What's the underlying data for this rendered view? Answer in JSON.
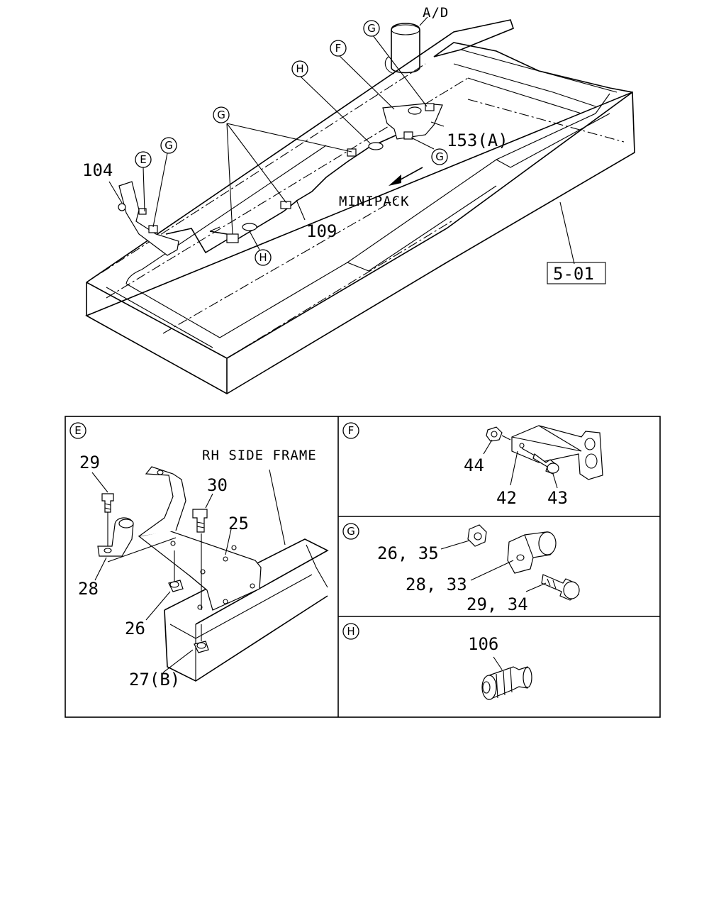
{
  "overview": {
    "labels": {
      "ad": "A/D",
      "minipack": "MINIPACK",
      "p104": "104",
      "p109": "109",
      "p153a": "153(A)",
      "ref_501": "5-01"
    },
    "callouts": {
      "e": "E",
      "f": "F",
      "h_top": "H",
      "h_bottom": "H",
      "g_main": "G",
      "g_left": "G",
      "g_top": "G",
      "g_right": "G"
    }
  },
  "panel_e": {
    "tag": "E",
    "frame_label": "RH SIDE FRAME",
    "parts": {
      "p29": "29",
      "p30": "30",
      "p25": "25",
      "p28": "28",
      "p26": "26",
      "p27b": "27(B)"
    }
  },
  "panel_f": {
    "tag": "F",
    "parts": {
      "p44": "44",
      "p42": "42",
      "p43": "43"
    }
  },
  "panel_g": {
    "tag": "G",
    "parts": {
      "p2635": "26, 35",
      "p2833": "28, 33",
      "p2934": "29, 34"
    }
  },
  "panel_h": {
    "tag": "H",
    "parts": {
      "p106": "106"
    }
  }
}
